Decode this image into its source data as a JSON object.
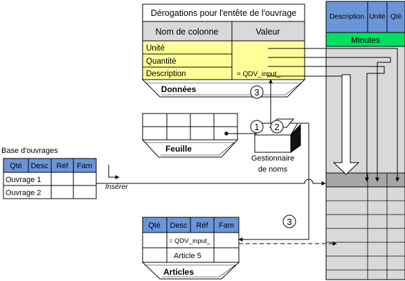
{
  "derogation_table": {
    "title": "Dérogations pour l'entête de l'ouvrage",
    "col_name_header": "Nom de colonne",
    "col_value_header": "Valeur",
    "rows": [
      {
        "name": "Unité",
        "value": ""
      },
      {
        "name": "Quantité",
        "value": ""
      },
      {
        "name": "Description",
        "value": "= QDV_input_"
      }
    ],
    "caption": "Données"
  },
  "feuille": {
    "caption": "Feuille"
  },
  "name_manager": {
    "label_line1": "Gestionnaire",
    "label_line2": "de noms",
    "badges": [
      "1",
      "2"
    ]
  },
  "step_badges": {
    "top": "3",
    "bottom": "3"
  },
  "base_ouvrages": {
    "title": "Base d'ouvrages",
    "headers": [
      "Qté",
      "Desc",
      "Réf",
      "Fam"
    ],
    "rows": [
      "Ouvrage 1",
      "Ouvrage 2"
    ],
    "insert_label": "Insérer"
  },
  "articles": {
    "headers": [
      "Qté",
      "Desc",
      "Réf",
      "Fam"
    ],
    "rows": [
      "= QDV_input_",
      "Article 5"
    ],
    "caption": "Articles"
  },
  "minutes": {
    "headers": [
      "Description",
      "Unité",
      "Qté"
    ],
    "band_label": "Minutes"
  },
  "colors": {
    "header_blue": "#6b95d9",
    "header_gray": "#d9d9d9",
    "yellow": "#ffff99",
    "minutes_green": "#00e060",
    "highlight_row": "#a6a6a6",
    "grid_cell": "#d9d9d9"
  }
}
